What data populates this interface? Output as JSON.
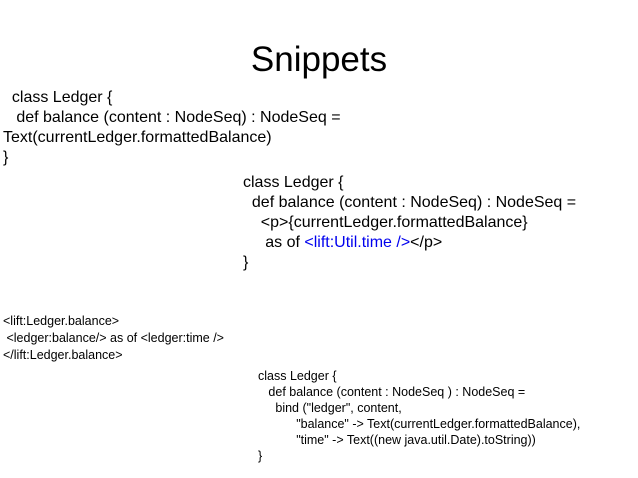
{
  "slide": {
    "title": "Snippets",
    "colors": {
      "background": "#ffffff",
      "text": "#000000",
      "highlight": "#0000ee"
    }
  },
  "snippets": {
    "scala_text": {
      "description": "Ledger snippet returning Text node",
      "lines": [
        [
          "  class Ledger {"
        ],
        [
          "   def balance (content : NodeSeq) : NodeSeq ="
        ],
        [
          "Text(currentLedger.formattedBalance)"
        ],
        [
          "}"
        ]
      ]
    },
    "scala_time": {
      "description": "Ledger snippet with inline XML and lift:Util.time tag",
      "lines": [
        [
          "class Ledger {"
        ],
        [
          "  def balance (content : NodeSeq) : NodeSeq ="
        ],
        [
          "    <p>{currentLedger.formattedBalance}"
        ],
        [
          "     as of ",
          {
            "t": "<lift:Util.time />",
            "hl": true
          },
          "</p>"
        ],
        [
          "}"
        ]
      ]
    },
    "template_xml": {
      "description": "Lift template markup invoking the Ledger.balance snippet",
      "lines": [
        [
          "<lift:Ledger.balance>"
        ],
        [
          " <ledger:balance/> as of <ledger:time />"
        ],
        [
          "</lift:Ledger.balance>"
        ]
      ]
    },
    "scala_bind": {
      "description": "Ledger snippet using bind with ledger prefix",
      "lines": [
        [
          "class Ledger {"
        ],
        [
          "   def balance (content : NodeSeq ) : NodeSeq ="
        ],
        [
          "     bind (\"ledger\", content,"
        ],
        [
          "           \"balance\" -> Text(currentLedger.formattedBalance),"
        ],
        [
          "           \"time\" -> Text((new java.util.Date).toString))"
        ],
        [
          "}"
        ]
      ]
    }
  }
}
